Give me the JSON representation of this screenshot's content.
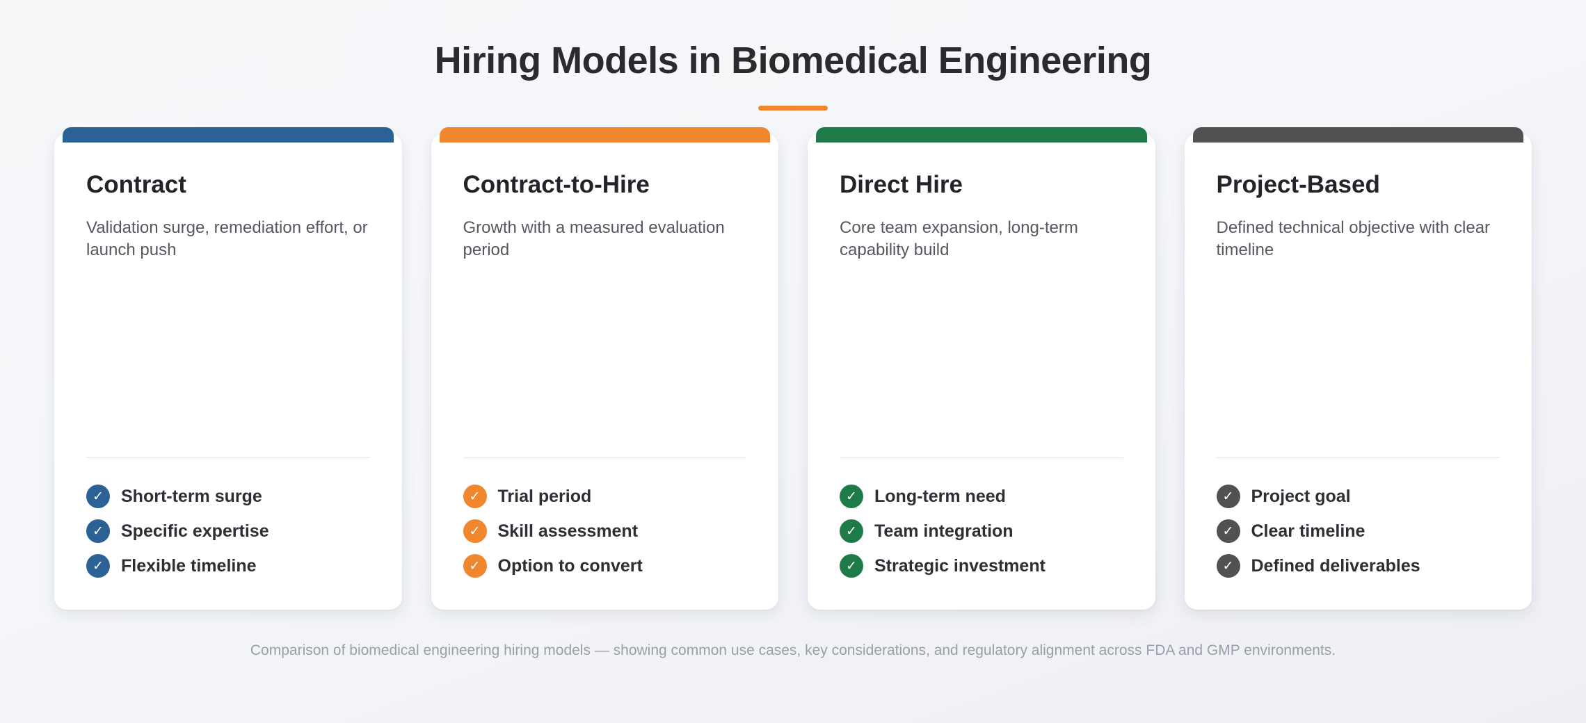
{
  "header": {
    "title": "Hiring Models in Biomedical Engineering",
    "accent_color": "#f0872e"
  },
  "cards": [
    {
      "title": "Contract",
      "description": "Validation surge, remediation effort, or launch push",
      "color": "#2b6195",
      "check_glyph": "✓",
      "features": [
        "Short-term surge",
        "Specific expertise",
        "Flexible timeline"
      ]
    },
    {
      "title": "Contract-to-Hire",
      "description": "Growth with a measured evaluation period",
      "color": "#f0872e",
      "check_glyph": "✓",
      "features": [
        "Trial period",
        "Skill assessment",
        "Option to convert"
      ]
    },
    {
      "title": "Direct Hire",
      "description": "Core team expansion, long-term capability build",
      "color": "#1f7a4a",
      "check_glyph": "✓",
      "features": [
        "Long-term need",
        "Team integration",
        "Strategic investment"
      ]
    },
    {
      "title": "Project-Based",
      "description": "Defined technical objective with clear timeline",
      "color": "#515151",
      "check_glyph": "✓",
      "features": [
        "Project goal",
        "Clear timeline",
        "Defined deliverables"
      ]
    }
  ],
  "footer": {
    "note": "Comparison of biomedical engineering hiring models — showing common use cases, key considerations, and regulatory alignment across FDA and GMP environments."
  }
}
